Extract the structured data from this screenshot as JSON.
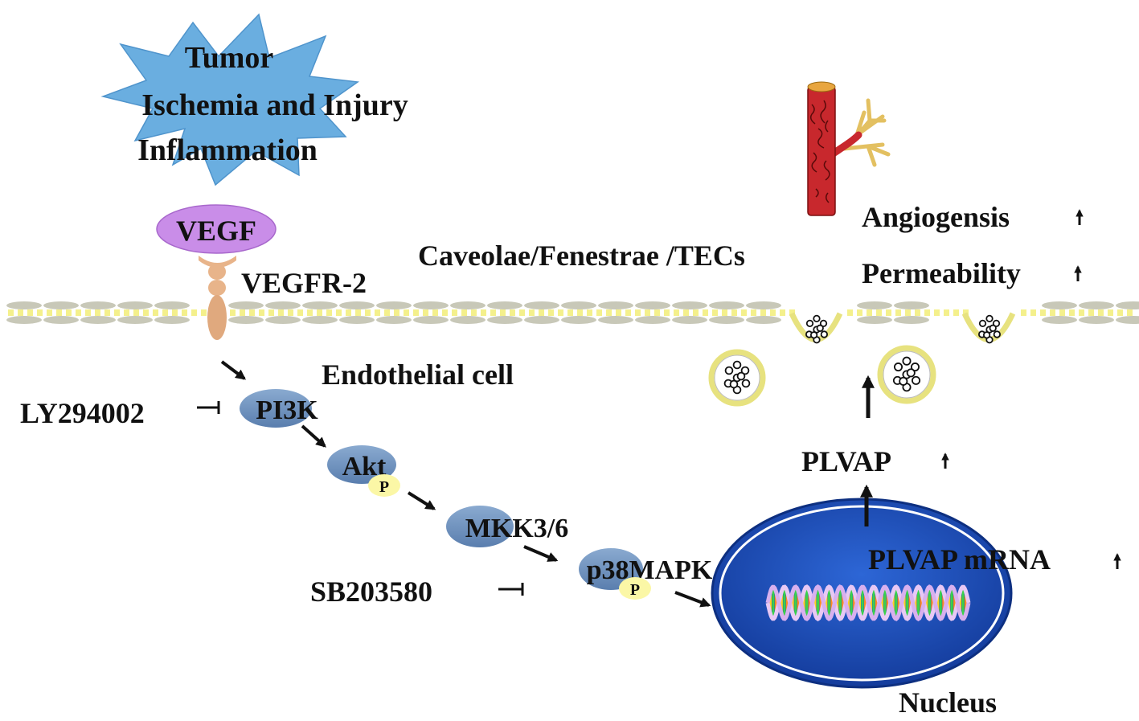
{
  "stimulus": {
    "lines": [
      "Tumor",
      "Ischemia and Injury",
      "Inflammation"
    ]
  },
  "ligand": {
    "label": "VEGF"
  },
  "receptor": {
    "label": "VEGFR-2"
  },
  "membrane_label": "Caveolae/Fenestrae /TECs",
  "cell_label": "Endothelial cell",
  "nucleus_label": "Nucleus",
  "inhibitors": [
    {
      "label": "LY294002"
    },
    {
      "label": "SB203580"
    }
  ],
  "kinases": [
    {
      "label": "PI3K"
    },
    {
      "label": "Akt"
    },
    {
      "label": "MKK3/6"
    },
    {
      "label": "p38MAPK"
    }
  ],
  "phospho_label": "P",
  "products": [
    {
      "label": "PLVAP mRNA"
    },
    {
      "label": "PLVAP"
    }
  ],
  "effects": [
    {
      "label": "Angiogensis"
    },
    {
      "label": "Permeability"
    }
  ],
  "colors": {
    "burst": "#6aaee0",
    "vegf": "#c98de8",
    "receptor": "#e8b48a",
    "kinase": "#6f93bf",
    "phospho": "#fbf7a6",
    "nucleus": "#1d4fbf",
    "membrane": "#c8c8b8",
    "vessel": "#c8282d"
  }
}
